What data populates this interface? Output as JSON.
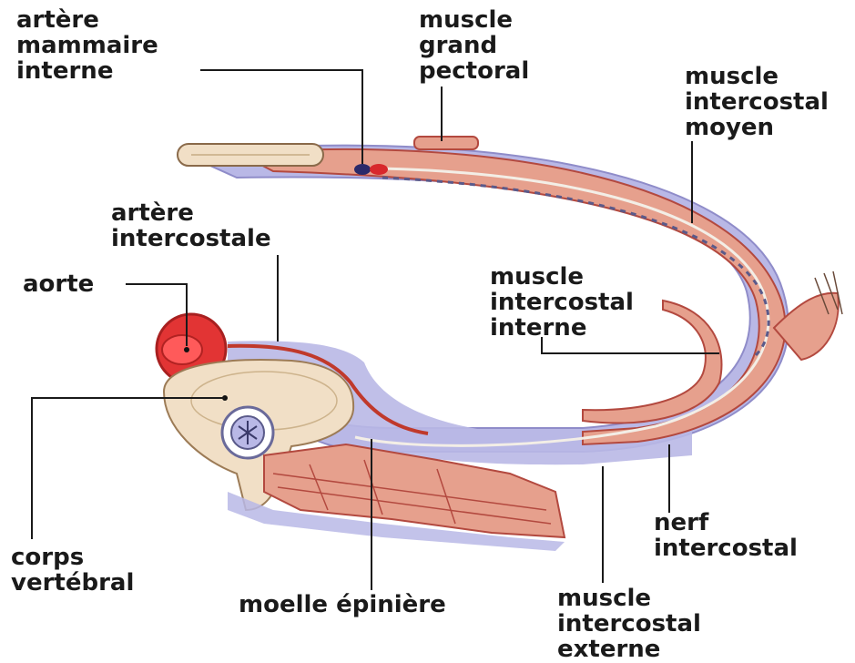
{
  "labels": {
    "artere_mammaire": [
      "artère",
      "mammaire",
      "interne"
    ],
    "grand_pectoral": [
      "muscle",
      "grand",
      "pectoral"
    ],
    "intercostal_moyen": [
      "muscle",
      "intercostal",
      "moyen"
    ],
    "artere_intercostale": [
      "artère",
      "intercostale"
    ],
    "aorte": [
      "aorte"
    ],
    "intercostal_interne": [
      "muscle",
      "intercostal",
      "interne"
    ],
    "corps_vertebral": [
      "corps",
      "vertébral"
    ],
    "nerf_intercostal": [
      "nerf",
      "intercostal"
    ],
    "moelle": [
      "moelle épinière"
    ],
    "intercostal_externe": [
      "muscle",
      "intercostal",
      "externe"
    ]
  },
  "colors": {
    "membrane": "#b9b8e6",
    "muscle": "#e6a08d",
    "muscle_stroke": "#b3493f",
    "artery": "#d8282c",
    "bone": "#f1dfc6",
    "leader": "#1a1a1a"
  }
}
